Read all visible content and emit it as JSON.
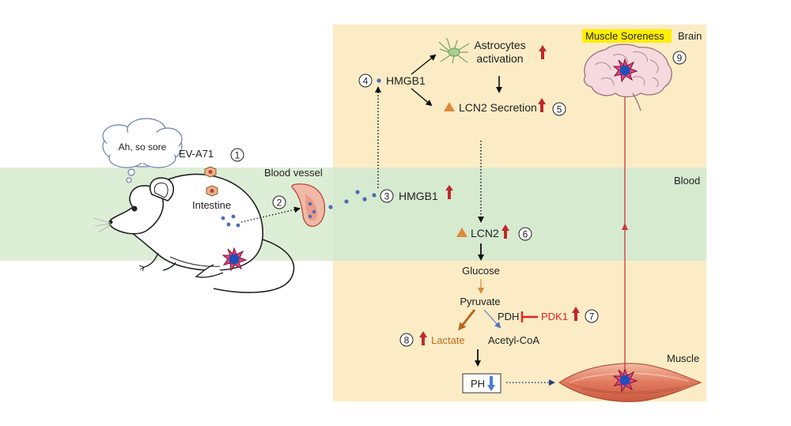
{
  "mouse": {
    "speech": "Ah, so sore",
    "virus": "EV-A71",
    "intestine": "Intestine",
    "vessel": "Blood vessel"
  },
  "regions": {
    "brain": "Brain",
    "blood": "Blood",
    "muscle": "Muscle"
  },
  "highlight": "Muscle Soreness",
  "nodes": {
    "hmgb1_brain": "HMGB1",
    "astro_line1": "Astrocytes",
    "astro_line2": "activation",
    "lcn2_secretion": "LCN2 Secretion",
    "hmgb1_blood": "HMGB1",
    "lcn2_blood": "LCN2",
    "glucose": "Glucose",
    "pyruvate": "Pyruvate",
    "pdh": "PDH",
    "pdk1": "PDK1",
    "lactate": "Lactate",
    "acetyl_coa": "Acetyl-CoA",
    "ph": "PH"
  },
  "steps": [
    "1",
    "2",
    "3",
    "4",
    "5",
    "6",
    "7",
    "8",
    "9"
  ],
  "colors": {
    "panel": "#fbecc6",
    "blood_band": "#d9ecd3",
    "highlight": "#ffee00",
    "up_arrow": "#c0282c",
    "down_arrow": "#4c7bd6",
    "inhibit": "#e8231f",
    "lactate": "#c06a1a",
    "triangle": "#e08a3a",
    "dot": "#4a6db5",
    "pathway_line": "#c8383a"
  }
}
